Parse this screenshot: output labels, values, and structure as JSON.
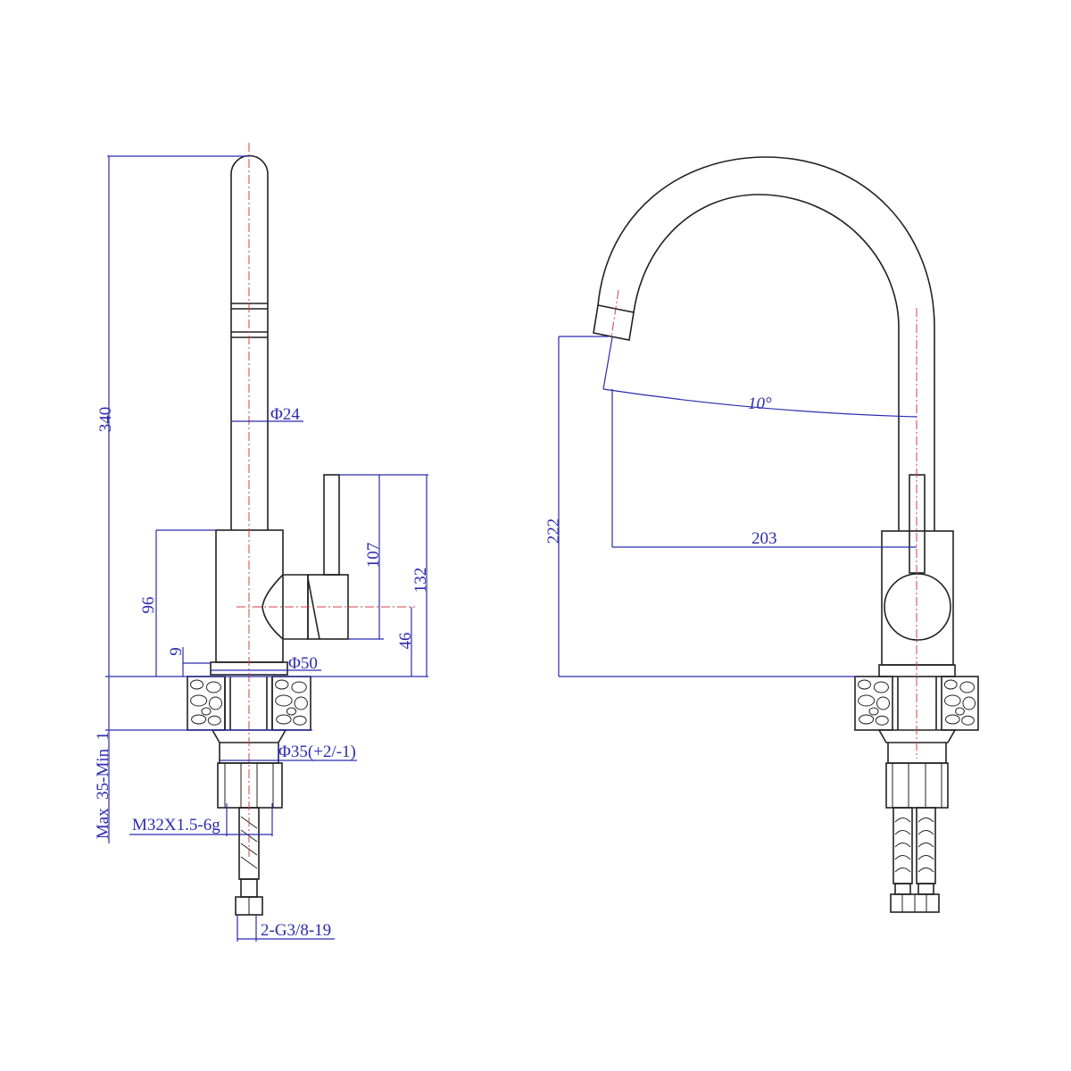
{
  "side_view": {
    "dim_total_height": "340",
    "dim_spout_diameter": "Φ24",
    "dim_body_height": "96",
    "dim_flange_height": "9",
    "dim_handle_height": "107",
    "dim_handle_top": "132",
    "dim_handle_axis": "46",
    "dim_flange_diameter": "Φ50",
    "dim_hole_diameter": "Φ35(+2/-1)",
    "dim_counter_thickness": "Max  35-Min  1",
    "dim_thread": "M32X1.5-6g",
    "dim_hose": "2-G3/8-19"
  },
  "front_view": {
    "dim_spout_height": "222",
    "dim_spout_angle": "10°",
    "dim_spout_reach": "203"
  },
  "colors": {
    "outline": "#222222",
    "dimension": "#2b2bb0",
    "centerline": "#d04040"
  }
}
